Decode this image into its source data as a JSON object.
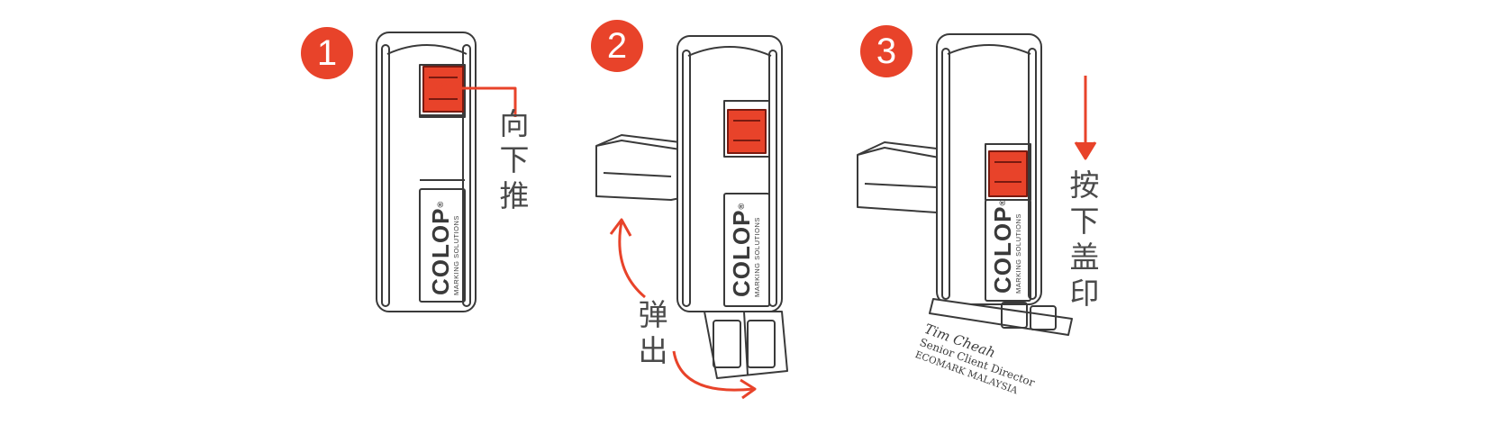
{
  "steps": [
    {
      "number": "1",
      "instruction": "向下推",
      "brand": {
        "logo": "COLOP",
        "registered": "®",
        "tagline": "MARKING SOLUTIONS"
      }
    },
    {
      "number": "2",
      "instruction": "弹出",
      "brand": {
        "logo": "COLOP",
        "registered": "®",
        "tagline": "MARKING SOLUTIONS"
      }
    },
    {
      "number": "3",
      "instruction": "按下盖印",
      "brand": {
        "logo": "COLOP",
        "registered": "®",
        "tagline": "MARKING SOLUTIONS"
      },
      "imprint": {
        "signature": "Tim Cheah",
        "line1": "Senior Client Director",
        "line2": "ECOMARK MALAYSIA"
      }
    }
  ],
  "colors": {
    "accent": "#e8432a",
    "outline": "#3a3a3a",
    "label": "#4a4a4a"
  }
}
